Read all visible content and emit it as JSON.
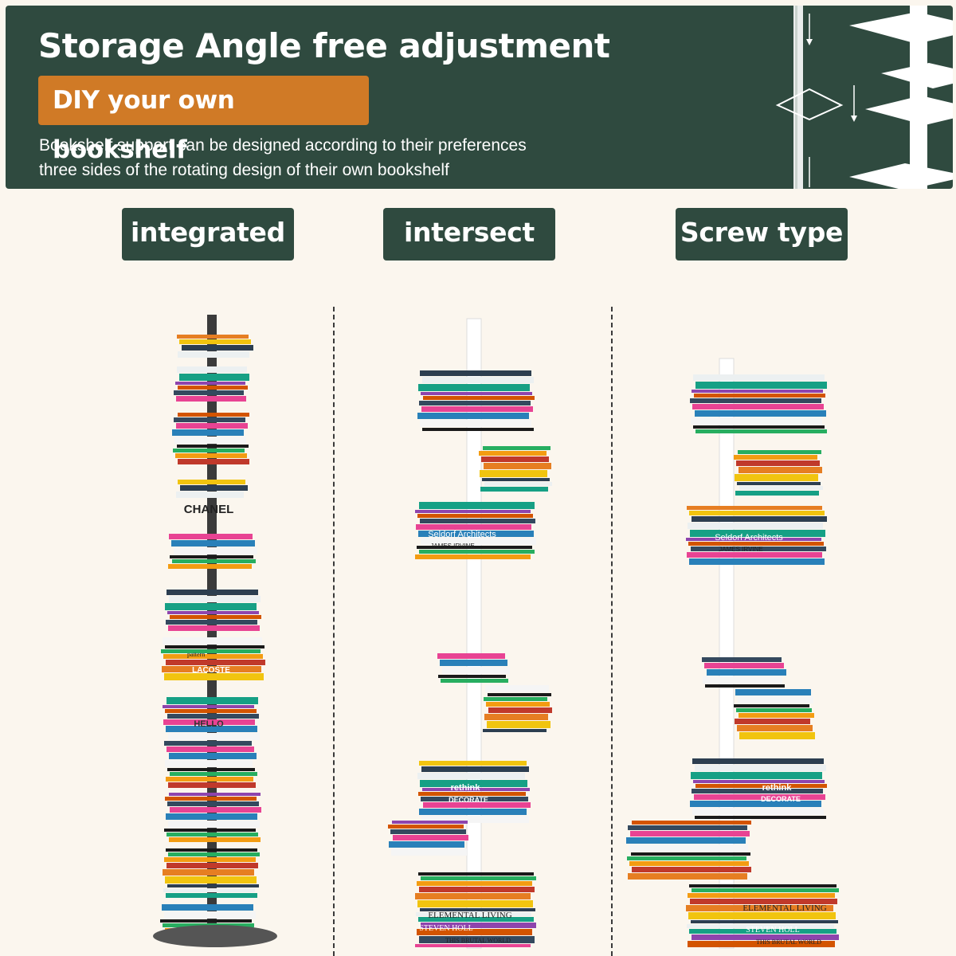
{
  "banner": {
    "title": "Storage Angle free adjustment",
    "badge": "DIY your own bookshelf",
    "desc_line1": "Bookshelf support can be designed according to their preferences",
    "desc_line2": "three sides of the rotating design of their own bookshelf"
  },
  "types": [
    {
      "label": "integrated"
    },
    {
      "label": "intersect"
    },
    {
      "label": "Screw type"
    }
  ],
  "book_spine_texts": {
    "integrated": [
      "CHANEL",
      "LACOSTE",
      "HELLO",
      "pattern"
    ],
    "intersect": [
      "Seldorf Architects",
      "JAMES IRVINE",
      "rethink",
      "DECORATE",
      "ELEMENTAL LIVING",
      "STEVEN HOLL",
      "THIS BRUTAL WORLD"
    ],
    "screw": [
      "Seldorf Architects",
      "JAMES IRVINE",
      "rethink",
      "DECORATE",
      "ELEMENTAL LIVING",
      "STEVEN HOLL",
      "THIS BRUTAL WORLD"
    ]
  },
  "colors": {
    "banner_bg": "#2f4a3f",
    "badge_bg": "#d07a26",
    "page_bg": "#fbf6ee"
  }
}
